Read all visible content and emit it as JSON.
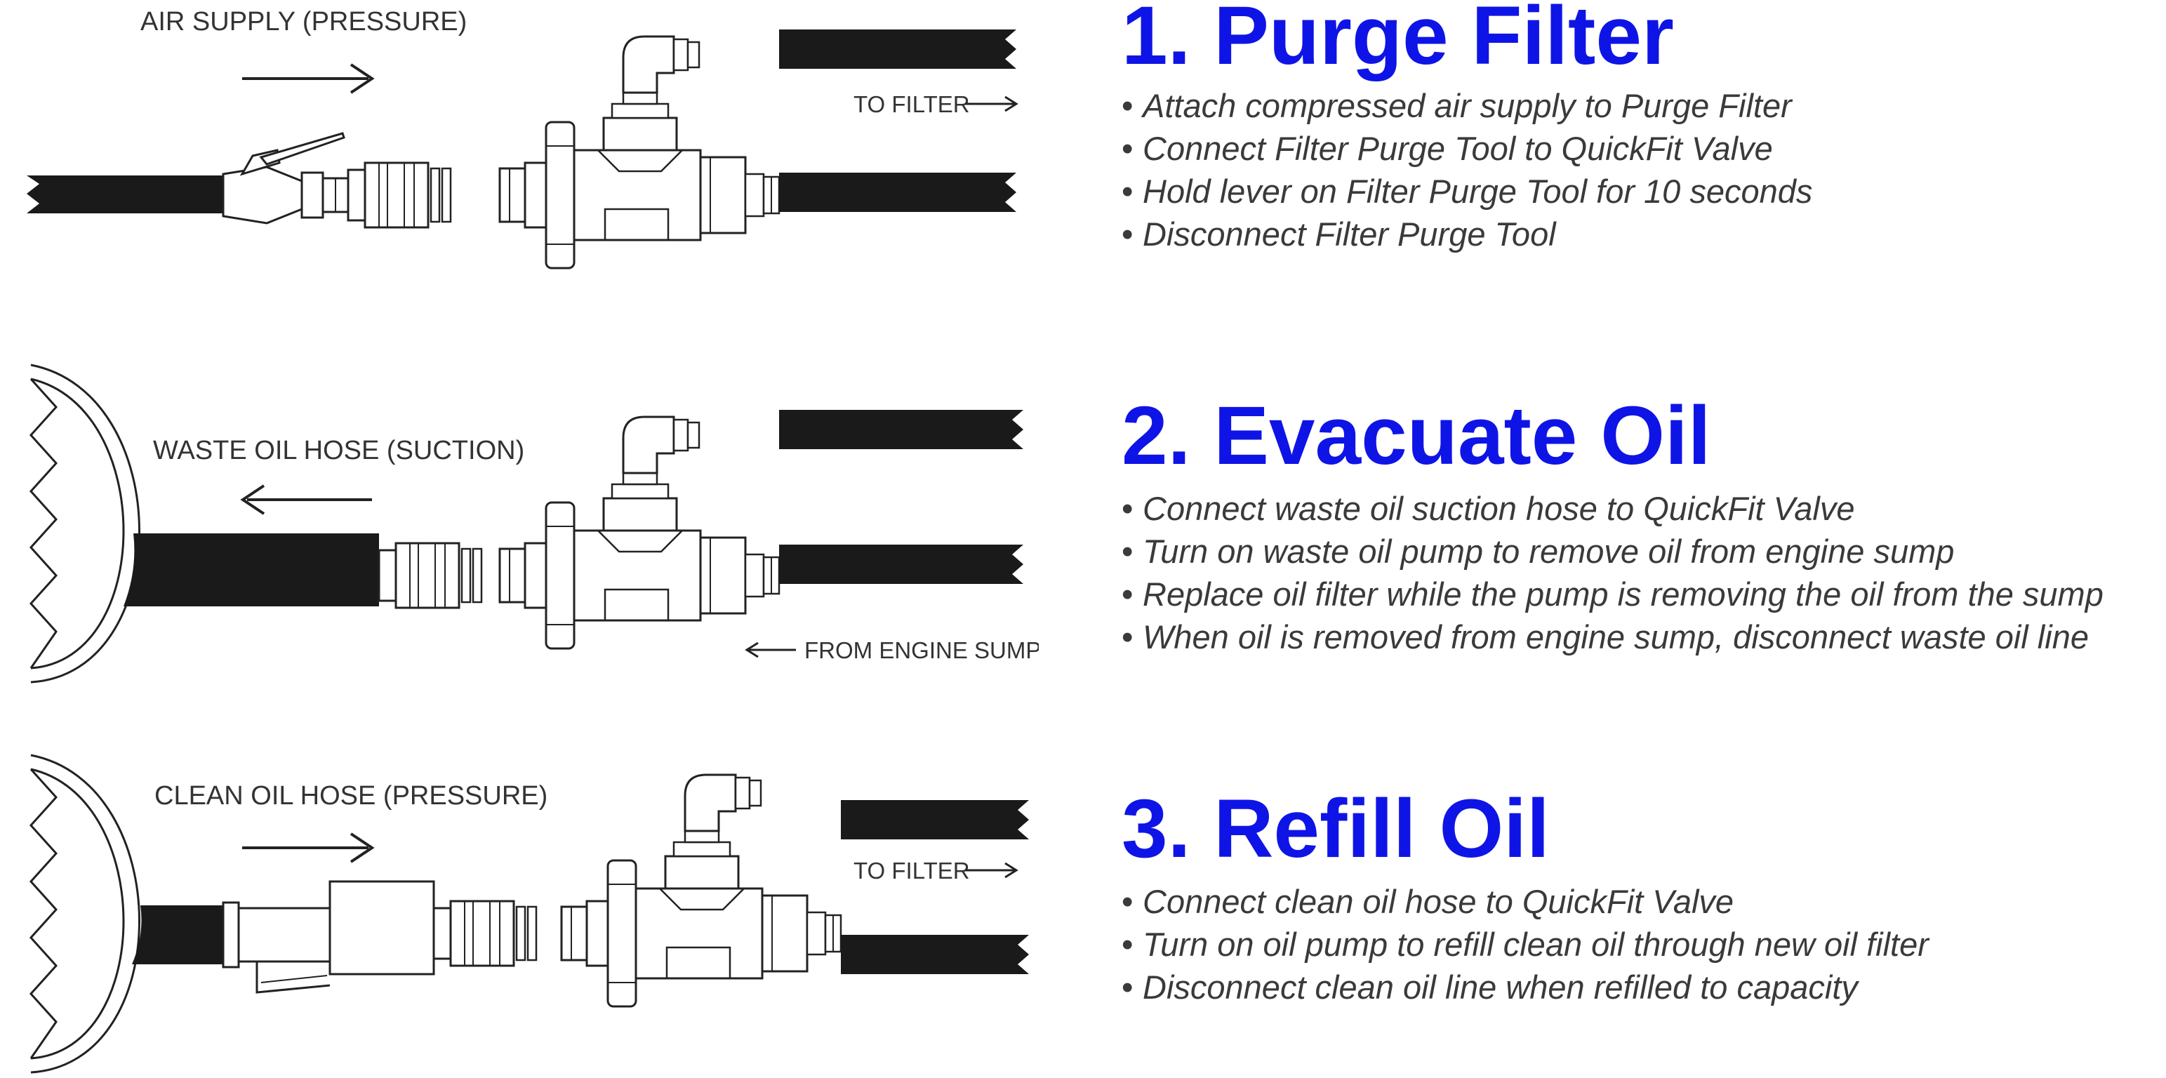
{
  "labels": {
    "air_supply": "AIR SUPPLY (PRESSURE)",
    "to_filter_1": "TO FILTER",
    "waste_oil_hose": "WASTE OIL HOSE (SUCTION)",
    "from_engine_sump": "FROM ENGINE SUMP",
    "clean_oil_hose": "CLEAN OIL HOSE (PRESSURE)",
    "to_filter_3": "TO FILTER"
  },
  "steps": [
    {
      "title": "1. Purge Filter",
      "bullets": [
        "Attach compressed air supply to Purge Filter",
        "Connect Filter Purge Tool to QuickFit Valve",
        "Hold lever on Filter Purge Tool for 10 seconds",
        "Disconnect Filter Purge Tool"
      ]
    },
    {
      "title": "2. Evacuate Oil",
      "bullets": [
        "Connect waste oil suction hose to QuickFit Valve",
        "Turn on waste oil pump to remove oil from engine sump",
        "Replace oil filter while the pump is removing the oil from the sump",
        "When oil is removed from engine sump, disconnect waste oil line"
      ]
    },
    {
      "title": "3. Refill Oil",
      "bullets": [
        "Connect clean oil hose to QuickFit Valve",
        "Turn on oil pump to refill clean oil through new oil filter",
        "Disconnect clean oil line when refilled to capacity"
      ]
    }
  ],
  "colors": {
    "title": "#0f14e6",
    "body_text": "#3a3a3a",
    "hose": "#1a1a1a",
    "line": "#2a2a2a"
  },
  "bullet_char": "•"
}
